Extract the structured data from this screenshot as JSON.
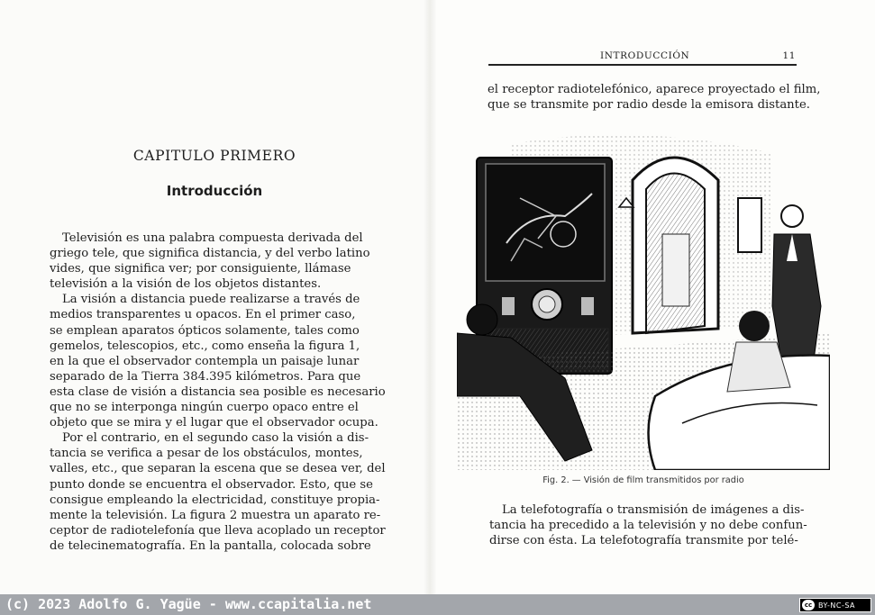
{
  "left_page": {
    "chapter_heading": "CAPITULO PRIMERO",
    "section_title": "Introducción",
    "lines": [
      "Televisión es una palabra compuesta derivada del",
      "griego tele, que significa distancia, y del verbo latino",
      "vides, que significa ver; por consiguiente, llámase",
      "televisión a la visión de los objetos distantes.",
      "La visión a distancia puede realizarse a través de",
      "medios transparentes u opacos. En el primer caso,",
      "se emplean aparatos ópticos solamente, tales como",
      "gemelos, telescopios, etc., como enseña la figura 1,",
      "en la que el observador contempla un paisaje lunar",
      "separado de la Tierra 384.395 kilómetros. Para que",
      "esta clase de visión a distancia sea posible es necesario",
      "que no se interponga ningún cuerpo opaco entre el",
      "objeto que se mira y el lugar que el observador ocupa.",
      "Por el contrario, en el segundo caso la visión a dis-",
      "tancia se verifica a pesar de los obstáculos, montes,",
      "valles, etc., que separan la escena que se desea ver, del",
      "punto donde se encuentra el observador. Esto, que se",
      "consigue empleando la electricidad, constituye propia-",
      "mente la televisión. La figura 2 muestra un aparato re-",
      "ceptor de radiotelefonía que lleva acoplado un receptor",
      "de telecinematografía. En la pantalla, colocada sobre"
    ]
  },
  "right_page": {
    "running_head": "INTRODUCCIÓN",
    "page_number": "11",
    "top_lines": [
      "el receptor radiotelefónico, aparece proyectado el film,",
      "que se transmite por radio desde la emisora distante."
    ],
    "figure_caption": "Fig. 2. — Visión de film transmitidos por radio",
    "bottom_lines": [
      "La telefotografía o transmisión de imágenes a dis-",
      "tancia ha precedido a la televisión y no debe confun-",
      "dirse con ésta. La telefotografía transmite por telé-"
    ]
  },
  "footer": {
    "credit": "(c) 2023 Adolfo G. Yagüe - www.ccapitalia.net",
    "license_badge": "BY-NC-SA",
    "cc_mark": "cc"
  }
}
